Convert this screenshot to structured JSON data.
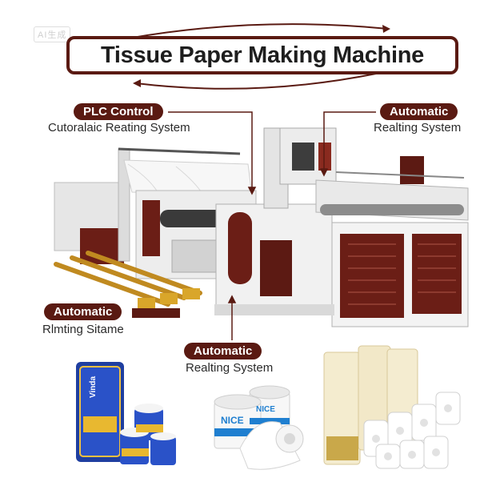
{
  "watermark": "AI生成",
  "title": "Tissue Paper Making Machine",
  "labels": {
    "plc": {
      "tag": "PLC Control",
      "sub": "Cutoralaic Reating System"
    },
    "auto_top_right": {
      "tag": "Automatic",
      "sub": "Realting System"
    },
    "auto_left": {
      "tag": "Automatic",
      "sub": "Rlmting Sitame"
    },
    "auto_bottom": {
      "tag": "Automatic",
      "sub": "Realting System"
    }
  },
  "products": {
    "pack_brand": "Vinda",
    "roll_brand": "NICE"
  },
  "colors": {
    "accent": "#5a1a12",
    "machine_white": "#eeeeee",
    "machine_brown": "#6b1e16"
  }
}
